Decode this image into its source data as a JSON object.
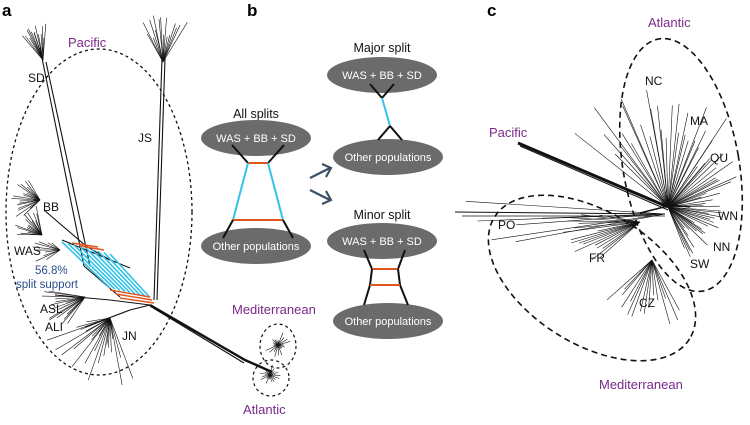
{
  "colors": {
    "region_label": "#7a2a8a",
    "split_highlight": "#33c3e8",
    "split_minor": "#e0541e",
    "pill_fill": "#6b6b6b",
    "support_text": "#2a4c8c",
    "arrow": "#3d4f63"
  },
  "panel_a": {
    "letter": "a",
    "pacific_label": "Pacific",
    "mediterranean_label": "Mediterranean",
    "atlantic_label": "Atlantic",
    "pop_labels": {
      "sd": "SD",
      "js": "JS",
      "bb": "BB",
      "was": "WAS",
      "asl": "ASL",
      "ali": "ALI",
      "jn": "JN"
    },
    "support_line1": "56.8%",
    "support_line2": "split support"
  },
  "panel_b": {
    "letter": "b",
    "all_splits_title": "All splits",
    "major_split_title": "Major split",
    "minor_split_title": "Minor split",
    "top_group": "WAS + BB + SD",
    "bottom_group": "Other populations"
  },
  "panel_c": {
    "letter": "c",
    "atlantic_label": "Atlantic",
    "pacific_label": "Pacific",
    "mediterranean_label": "Mediterranean",
    "pop_labels": {
      "nc": "NC",
      "ma": "MA",
      "qu": "QU",
      "wn": "WN",
      "nn": "NN",
      "sw": "SW",
      "po": "PO",
      "fr": "FR",
      "cz": "CZ"
    }
  }
}
